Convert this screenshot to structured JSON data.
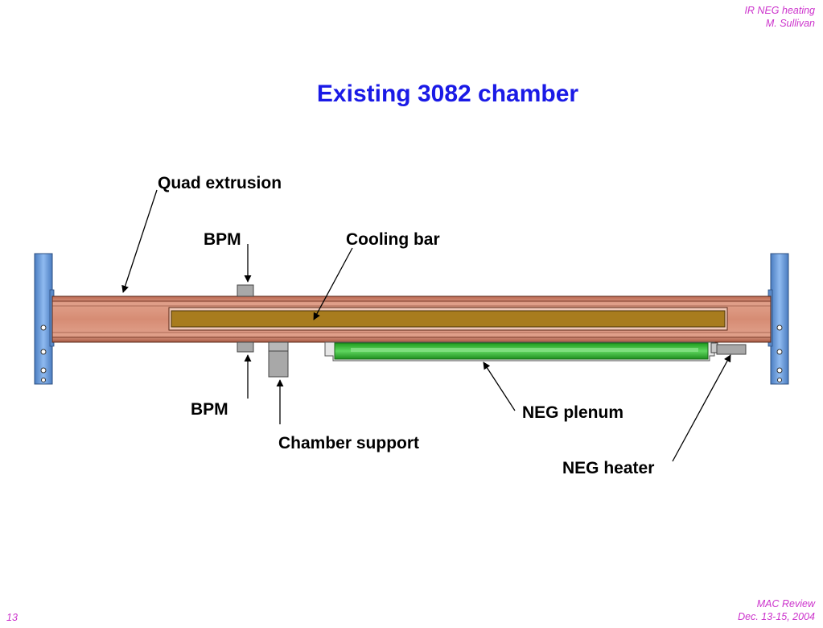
{
  "header": {
    "topic": "IR NEG heating",
    "author": "M. Sullivan"
  },
  "title": "Existing 3082 chamber",
  "labels": {
    "quad_extrusion": "Quad extrusion",
    "bpm_top": "BPM",
    "cooling_bar": "Cooling bar",
    "bpm_bottom": "BPM",
    "chamber_support": "Chamber support",
    "neg_plenum": "NEG plenum",
    "neg_heater": "NEG heater"
  },
  "footer": {
    "page_number": "13",
    "event": "MAC Review",
    "date": "Dec. 13-15, 2004"
  },
  "colors": {
    "title": "#1a1ae6",
    "footer_text": "#cc33cc",
    "extrusion": "#d9907a",
    "cooling_bar": "#a87c1e",
    "neg_plenum": "#2eb82e",
    "flange": "#6f9ed8",
    "support": "#a8a8a8"
  }
}
